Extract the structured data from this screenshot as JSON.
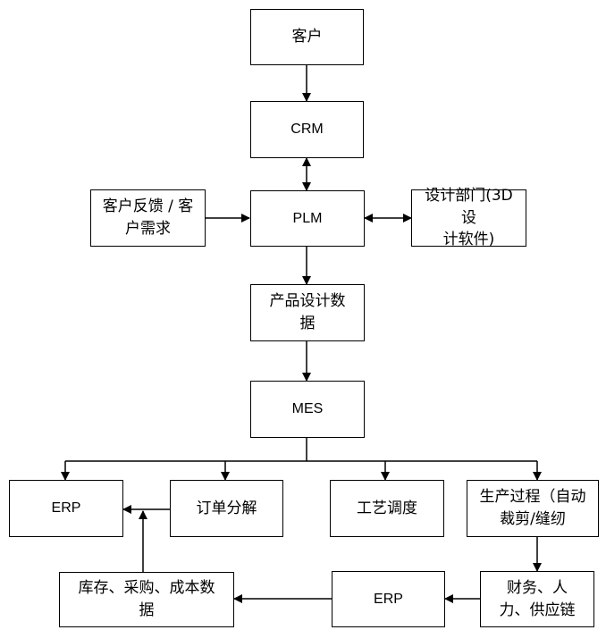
{
  "nodes": {
    "customer": "客户",
    "crm": "CRM",
    "feedback": "客户反馈 / 客\n户需求",
    "plm": "PLM",
    "design_dept": "设计部门(3D设\n计软件)",
    "product_data": "产品设计数\n据",
    "mes": "MES",
    "erp_left": "ERP",
    "order_breakdown": "订单分解",
    "process_scheduling": "工艺调度",
    "production": "生产过程（自动\n裁剪/缝纫",
    "finance": "财务、人\n力、供应链",
    "erp_bottom": "ERP",
    "inventory": "库存、采购、成本数\n据"
  }
}
